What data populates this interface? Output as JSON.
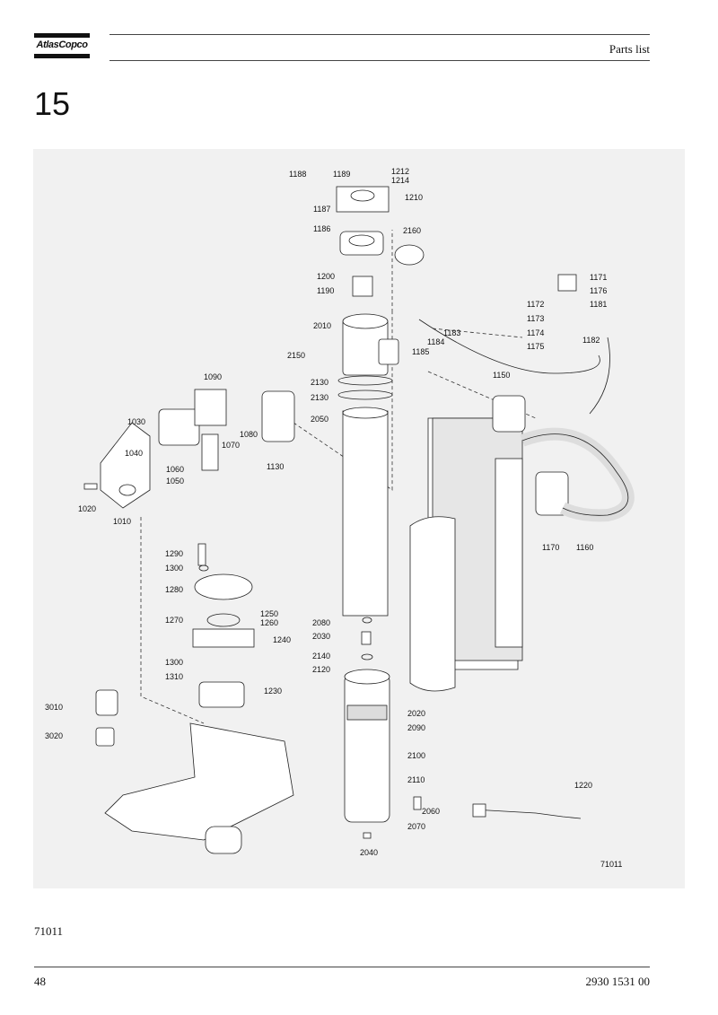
{
  "header": {
    "brand": "AtlasCopco",
    "title": "Parts list"
  },
  "section": {
    "number": "15"
  },
  "figure": {
    "drawing_ref": "71011",
    "parts": [
      {
        "id": "p1188",
        "label": "1188"
      },
      {
        "id": "p1189",
        "label": "1189"
      },
      {
        "id": "p1212",
        "label": "1212"
      },
      {
        "id": "p1214",
        "label": "1214"
      },
      {
        "id": "p1210",
        "label": "1210"
      },
      {
        "id": "p1187",
        "label": "1187"
      },
      {
        "id": "p1186",
        "label": "1186"
      },
      {
        "id": "p2160",
        "label": "2160"
      },
      {
        "id": "p1200",
        "label": "1200"
      },
      {
        "id": "p1190",
        "label": "1190"
      },
      {
        "id": "p1171",
        "label": "1171"
      },
      {
        "id": "p1176",
        "label": "1176"
      },
      {
        "id": "p1172",
        "label": "1172"
      },
      {
        "id": "p1181",
        "label": "1181"
      },
      {
        "id": "p1173",
        "label": "1173"
      },
      {
        "id": "p1174",
        "label": "1174"
      },
      {
        "id": "p1182",
        "label": "1182"
      },
      {
        "id": "p1175",
        "label": "1175"
      },
      {
        "id": "p2010",
        "label": "2010"
      },
      {
        "id": "p1183",
        "label": "1183"
      },
      {
        "id": "p1184",
        "label": "1184"
      },
      {
        "id": "p1185",
        "label": "1185"
      },
      {
        "id": "p2150",
        "label": "2150"
      },
      {
        "id": "p1090",
        "label": "1090"
      },
      {
        "id": "p1150",
        "label": "1150"
      },
      {
        "id": "p2130a",
        "label": "2130"
      },
      {
        "id": "p2130b",
        "label": "2130"
      },
      {
        "id": "p1030",
        "label": "1030"
      },
      {
        "id": "p2050",
        "label": "2050"
      },
      {
        "id": "p1070",
        "label": "1070"
      },
      {
        "id": "p1080",
        "label": "1080"
      },
      {
        "id": "p1040",
        "label": "1040"
      },
      {
        "id": "p1130",
        "label": "1130"
      },
      {
        "id": "p1060",
        "label": "1060"
      },
      {
        "id": "p1050",
        "label": "1050"
      },
      {
        "id": "p1020",
        "label": "1020"
      },
      {
        "id": "p1010",
        "label": "1010"
      },
      {
        "id": "p1170",
        "label": "1170"
      },
      {
        "id": "p1160",
        "label": "1160"
      },
      {
        "id": "p1290",
        "label": "1290"
      },
      {
        "id": "p1300a",
        "label": "1300"
      },
      {
        "id": "p1280",
        "label": "1280"
      },
      {
        "id": "p1250",
        "label": "1250"
      },
      {
        "id": "p1270",
        "label": "1270"
      },
      {
        "id": "p1260",
        "label": "1260"
      },
      {
        "id": "p1240",
        "label": "1240"
      },
      {
        "id": "p2080",
        "label": "2080"
      },
      {
        "id": "p2030",
        "label": "2030"
      },
      {
        "id": "p1300b",
        "label": "1300"
      },
      {
        "id": "p2140",
        "label": "2140"
      },
      {
        "id": "p1310",
        "label": "1310"
      },
      {
        "id": "p2120",
        "label": "2120"
      },
      {
        "id": "p1230",
        "label": "1230"
      },
      {
        "id": "p3010",
        "label": "3010"
      },
      {
        "id": "p2020",
        "label": "2020"
      },
      {
        "id": "p2090",
        "label": "2090"
      },
      {
        "id": "p3020",
        "label": "3020"
      },
      {
        "id": "p2100",
        "label": "2100"
      },
      {
        "id": "p2110",
        "label": "2110"
      },
      {
        "id": "p1220",
        "label": "1220"
      },
      {
        "id": "p2060",
        "label": "2060"
      },
      {
        "id": "p2070",
        "label": "2070"
      },
      {
        "id": "p2040",
        "label": "2040"
      }
    ]
  },
  "body": {
    "reference": "71011"
  },
  "footer": {
    "page": "48",
    "doc_number": "2930 1531 00"
  }
}
